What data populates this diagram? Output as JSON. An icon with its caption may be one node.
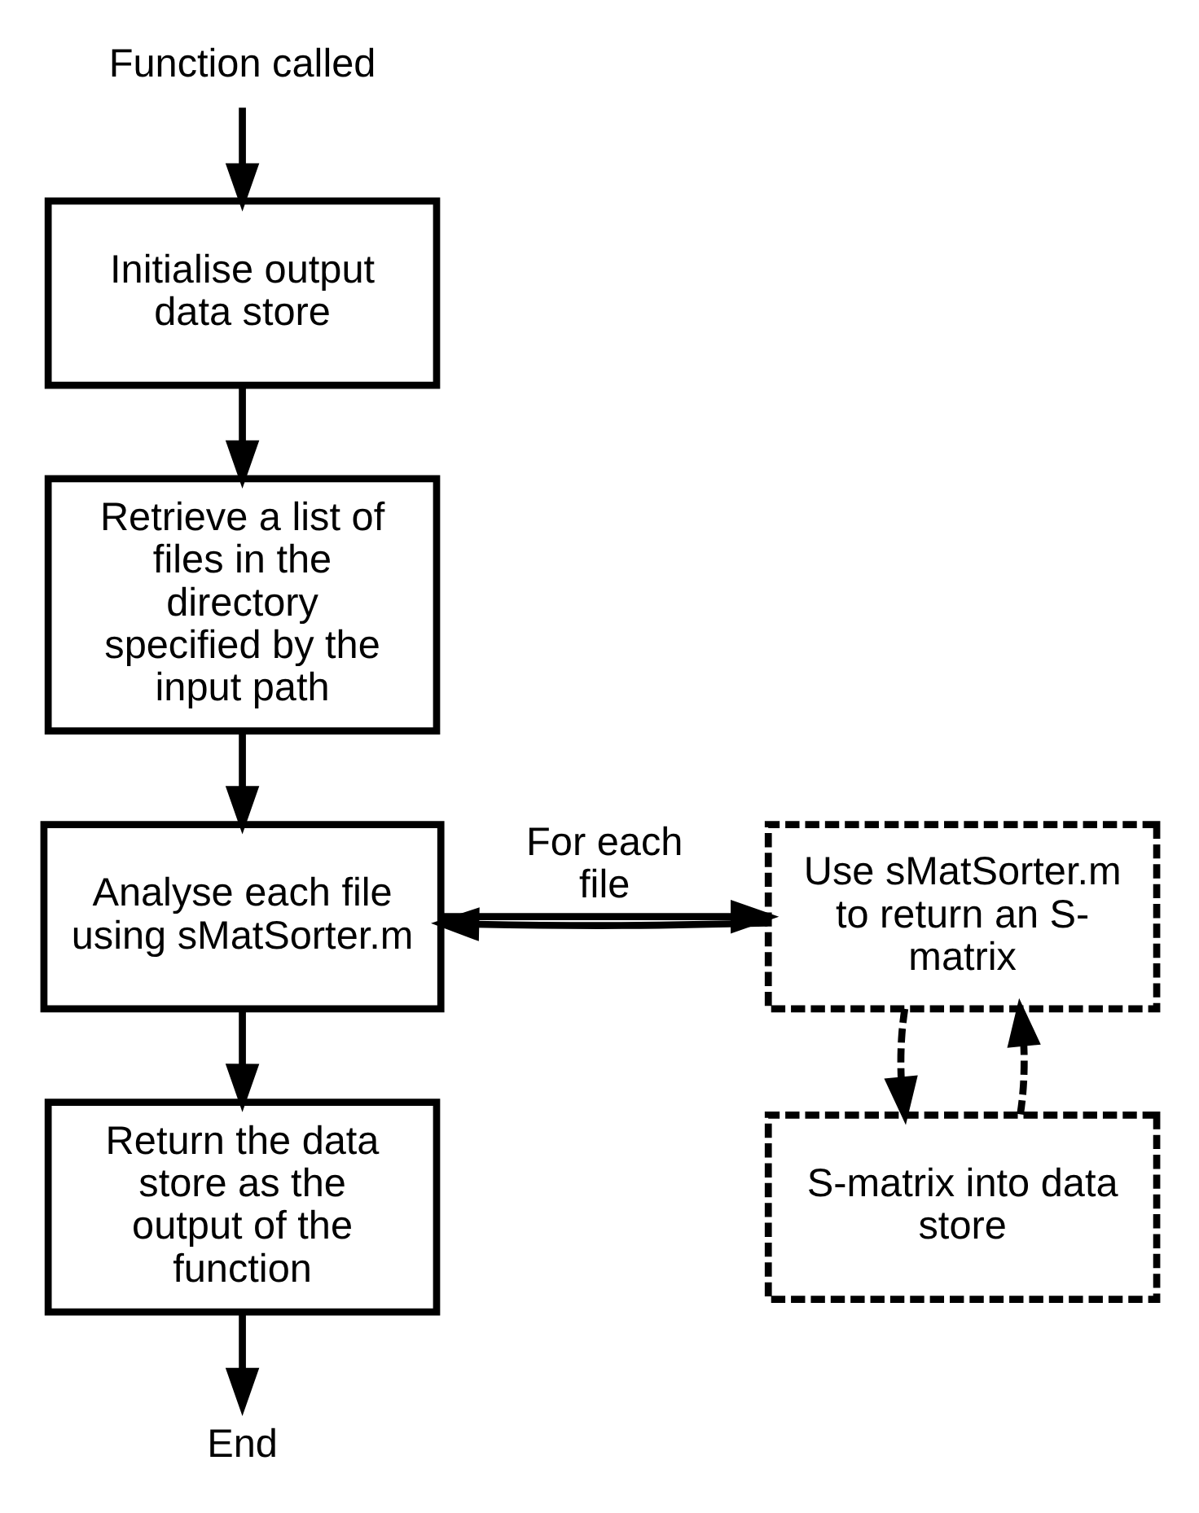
{
  "diagram": {
    "nodes": [
      {
        "text": [
          "Function called"
        ]
      },
      {
        "text": [
          "Initialise output data store"
        ]
      },
      {
        "text": [
          "Retrieve a list of files in the directory specified by the input path"
        ]
      },
      {
        "text": [
          "Analyse each file using sMatSorter.m"
        ]
      },
      {
        "text": [
          "Use sMatSorter.m to return an S- matrix"
        ]
      },
      {
        "text": [
          "S-matrix into data store"
        ]
      },
      {
        "text": [
          "Return the data store as the output of the function"
        ]
      },
      {
        "text": [
          "End"
        ]
      }
    ],
    "edges": [
      {
        "from": 0,
        "to": 1,
        "arrow": "to"
      },
      {
        "from": 1,
        "to": 2,
        "arrow": "to"
      },
      {
        "from": 2,
        "to": 3,
        "arrow": "to"
      },
      {
        "from": 3,
        "to": 4,
        "arrow": "to",
        "label": "For each file"
      },
      {
        "from": 4,
        "to": 3,
        "arrow": "to"
      },
      {
        "from": 4,
        "to": 5,
        "arrow": "to",
        "style": "dashed"
      },
      {
        "from": 5,
        "to": 4,
        "arrow": "to",
        "style": "dashed"
      },
      {
        "from": 3,
        "to": 6,
        "arrow": "to"
      },
      {
        "from": 6,
        "to": 7,
        "arrow": "to"
      }
    ]
  }
}
